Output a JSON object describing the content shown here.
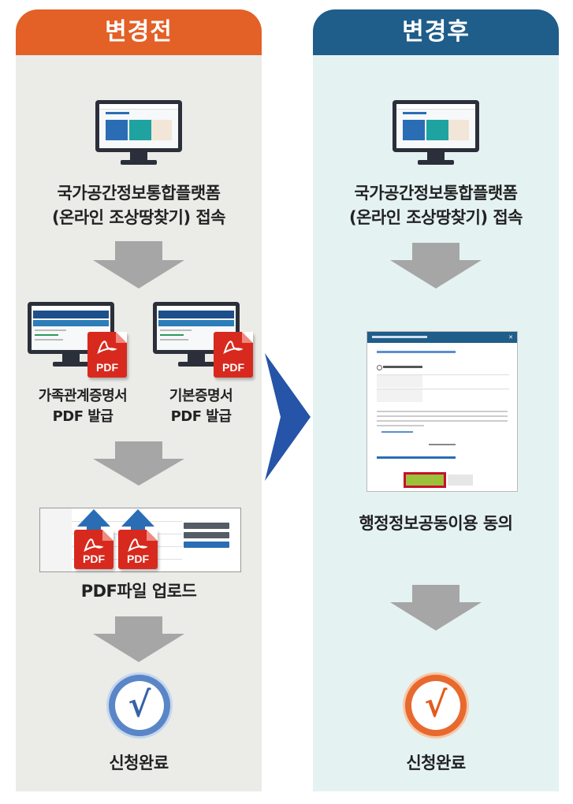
{
  "before": {
    "header": "변경전",
    "step1_line1": "국가공간정보통합플랫폼",
    "step1_line2": "(온라인 조상땅찾기) 접속",
    "doc1_line1": "가족관계증명서",
    "doc1_line2": "PDF 발급",
    "doc2_line1": "기본증명서",
    "doc2_line2": "PDF 발급",
    "pdf_label": "PDF",
    "upload_label": "PDF파일 업로드",
    "complete_label": "신청완료"
  },
  "after": {
    "header": "변경후",
    "step1_line1": "국가공간정보통합플랫폼",
    "step1_line2": "(온라인 조상땅찾기) 접속",
    "consent_label": "행정정보공동이용 동의",
    "complete_label": "신청완료"
  },
  "colors": {
    "before_header": "#e36027",
    "after_header": "#1f5d8a",
    "before_panel": "#ebebe8",
    "after_panel": "#e5f2f2",
    "arrow_gray": "#a6a6a6",
    "arrow_blue": "#2554a8",
    "check_blue": "#5a86c8",
    "check_orange": "#e8692e",
    "pdf_red": "#d8291e"
  }
}
